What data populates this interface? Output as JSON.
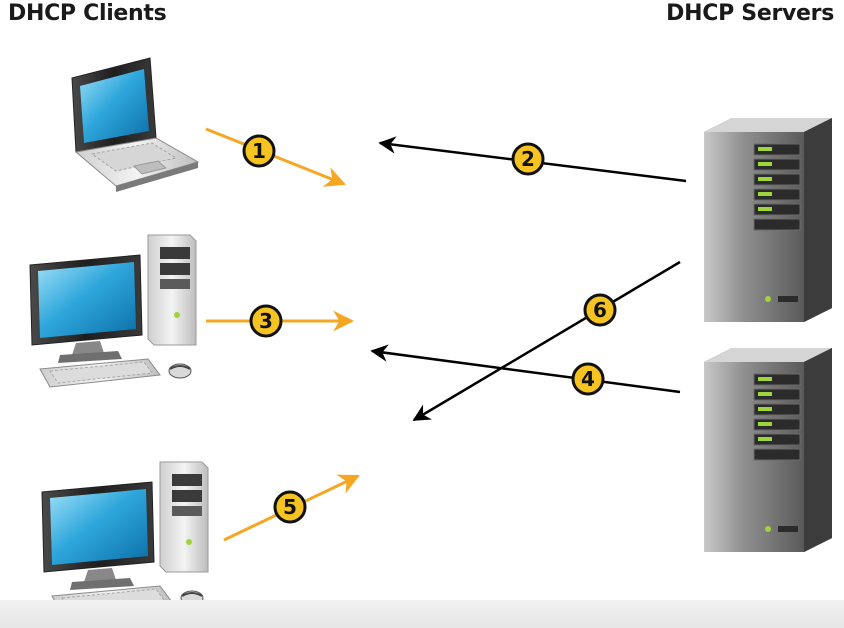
{
  "headings": {
    "clients": "DHCP Clients",
    "servers": "DHCP Servers"
  },
  "steps": [
    {
      "label": "1",
      "direction": "client-to-server",
      "color": "#f5a623"
    },
    {
      "label": "2",
      "direction": "server-to-client",
      "color": "#000000"
    },
    {
      "label": "3",
      "direction": "client-to-server",
      "color": "#f5a623"
    },
    {
      "label": "4",
      "direction": "server-to-client",
      "color": "#000000"
    },
    {
      "label": "5",
      "direction": "client-to-server",
      "color": "#f5a623"
    },
    {
      "label": "6",
      "direction": "server-to-client",
      "color": "#000000"
    }
  ],
  "nodes": {
    "clients": [
      {
        "icon": "laptop-icon"
      },
      {
        "icon": "desktop-computer-icon"
      },
      {
        "icon": "desktop-computer-icon"
      }
    ],
    "servers": [
      {
        "icon": "server-tower-icon"
      },
      {
        "icon": "server-tower-icon"
      }
    ]
  },
  "colors": {
    "client_arrow": "#f5a623",
    "server_arrow": "#000000",
    "badge_fill": "#f7c320",
    "screen": "#2fa7dc",
    "server_led": "#9fd43c"
  }
}
